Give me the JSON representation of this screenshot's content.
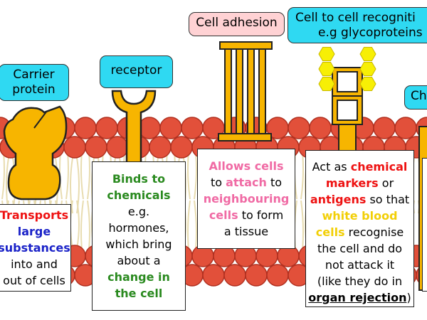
{
  "colors": {
    "head": "#e2503a",
    "protein": "#f7b500",
    "protein_stroke": "#222222",
    "glyco": "#f7ef05",
    "tail": "#e8dcb0",
    "label_cyan": "#2fd9f2",
    "label_pink": "#ffd2d4",
    "red": "#ee1111",
    "blue": "#1a22c8",
    "green": "#2a8a1f",
    "pink_text": "#f06aa4",
    "yellow_text": "#f2cf06"
  },
  "labels": {
    "carrier": [
      "Carrier",
      "protein"
    ],
    "receptor": "receptor",
    "adhesion": "Cell adhesion",
    "recognition": [
      "Cell to cell recogniti",
      "e.g glycoproteins"
    ],
    "fifth": "Ch"
  },
  "boxes": {
    "carrier": {
      "l1": "Transports",
      "l2": "large",
      "l3": "substances",
      "l4": "into and",
      "l5": "out of cells"
    },
    "receptor": {
      "l1": "Binds to",
      "l2": "chemicals",
      "l3": "e.g.",
      "l4": "hormones,",
      "l5": "which bring",
      "l6": "about a",
      "l7": "change in",
      "l8": "the cell"
    },
    "adhesion": {
      "a": "Allows cells",
      "b": "to",
      "c": "attach",
      "d": "to",
      "e": "neighbouring",
      "f": "cells",
      "g": "to form",
      "h": "a tissue"
    },
    "recognition": {
      "a": "Act as",
      "b": "chemical",
      "c": "markers",
      "d": "or",
      "e": "antigens",
      "f": "so that",
      "g": "white blood",
      "h": "cells",
      "i": "recognise",
      "j": "the cell and do",
      "k": "not attack it",
      "l": "(like they do in",
      "m": "organ rejection",
      "n": ")"
    }
  }
}
